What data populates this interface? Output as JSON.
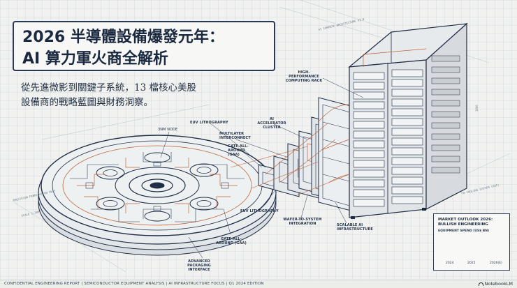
{
  "title_lines": [
    "2026 半導體設備爆發元年：",
    "AI 算力軍火商全解析"
  ],
  "subtitle_lines": [
    "從先進微影到關鍵子系統，13 檔核心美股",
    "設備商的戰略藍圖與財務洞察。"
  ],
  "callouts": {
    "hpc_rack": "HIGH-PERFORMANCE COMPUTING RACK",
    "ai_cluster": "AI ACCELERATOR CLUSTER",
    "euv_top": "EUV LITHOGRAPHY",
    "node": "3nm NODE",
    "multilayer": "MULTILAYER INTERCONNECT",
    "gaa_top": "GATE-ALL-AROUND (GAA)",
    "euv_bottom": "EUV LITHOGRAPHY",
    "wafer_to_system": "WAFER-TO-SYSTEM INTEGRATION",
    "scalable": "SCALABLE AI INFRASTRUCTURE",
    "gaa_bottom": "GATE-ALL-AROUND (GAA)",
    "packaging": "ADVANCED PACKAGING INTERFACE"
  },
  "small_labels": {
    "architecture": "AI COMPUTE ARCHITECTURE V2.0",
    "precision": "PRECISION FABRICATION UNIT",
    "scale": "SCALE 1:200",
    "cooling": "TO COOLING SYSTEM (REF)",
    "dimension": "1800"
  },
  "market": {
    "title": "MARKET OUTLOOK 2026: BULLISH ENGINEERING",
    "axis_label": "EQUIPMENT SPEND (US$ BN)",
    "x_labels": [
      "2024",
      "2025",
      "2026(E)"
    ]
  },
  "footer": {
    "text": "CONFIDENTIAL ENGINEERING REPORT  |  SEMICONDUCTOR EQUIPMENT ANALYSIS  |  AI INFRASTRUCTURE FOCUS  |  Q1 2024 EDITION",
    "logo": "NotebookLM"
  },
  "colors": {
    "navy": "#1d2b3d",
    "accent": "#c0643a",
    "background": "#f1f2ef"
  }
}
